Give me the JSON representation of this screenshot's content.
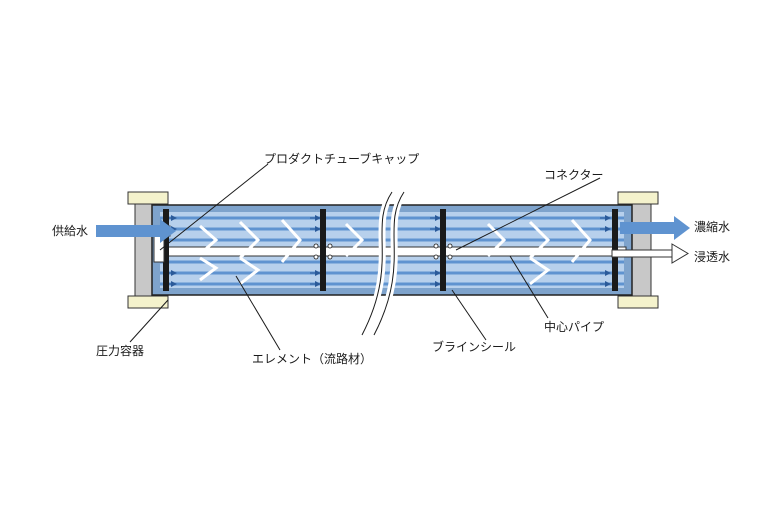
{
  "labels": {
    "feed_water": "供給水",
    "concentrate": "濃縮水",
    "permeate": "浸透水",
    "product_tube_cap": "プロダクトチューブキャップ",
    "connector": "コネクター",
    "pressure_vessel": "圧力容器",
    "element": "エレメント（流路材）",
    "brine_seal": "ブラインシール",
    "center_pipe": "中心パイプ"
  },
  "colors": {
    "vessel_shell": "#7ea3cc",
    "element_fill": "#b7d0ec",
    "flow_blue": "#5f93d0",
    "end_cap": "#f4f2cc",
    "end_plug": "#c8c8c8",
    "line": "#1a1a1a"
  }
}
